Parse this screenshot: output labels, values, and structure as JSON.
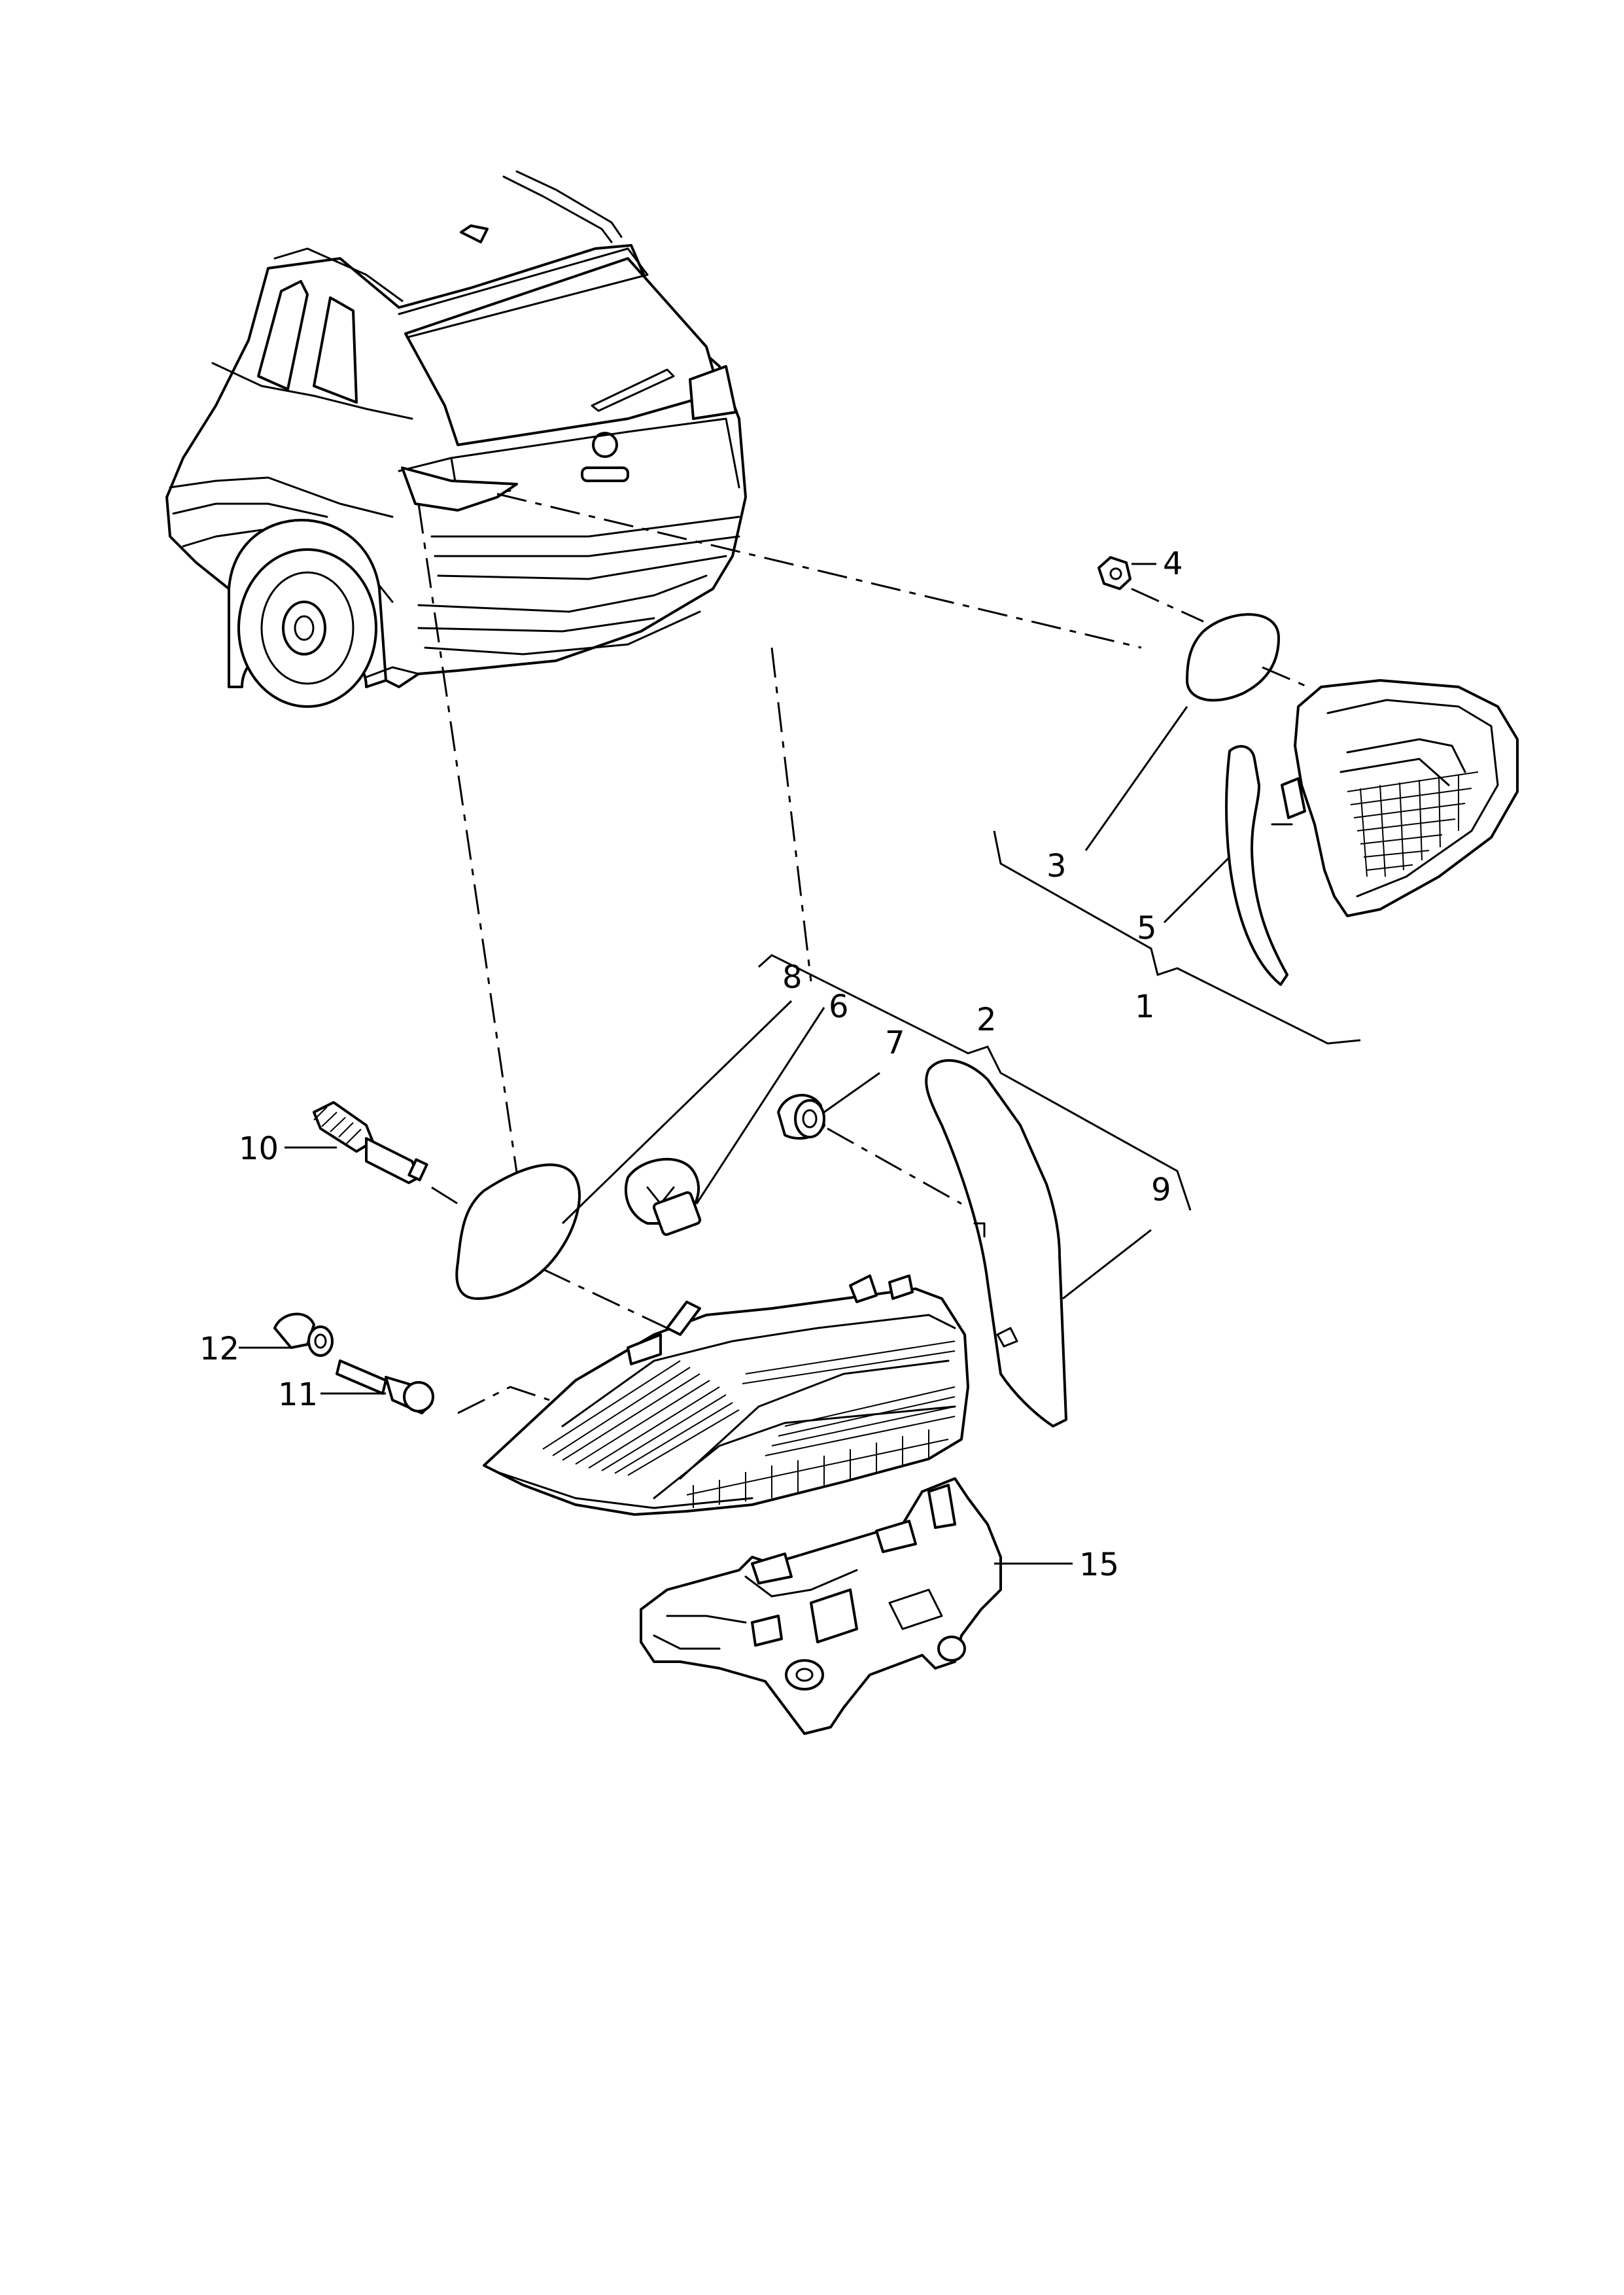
{
  "diagram": {
    "callouts": {
      "c1": "1",
      "c2": "2",
      "c3": "3",
      "c4": "4",
      "c5": "5",
      "c6": "6",
      "c7": "7",
      "c8": "8",
      "c9": "9",
      "c10": "10",
      "c11": "11",
      "c12": "12",
      "c15": "15"
    },
    "icons": {
      "vehicle": "vehicle-rear-icon",
      "inner_lamp": "tail-lamp-inner-icon",
      "outer_lamp": "tail-lamp-outer-icon",
      "bracket": "mounting-bracket-icon"
    }
  }
}
